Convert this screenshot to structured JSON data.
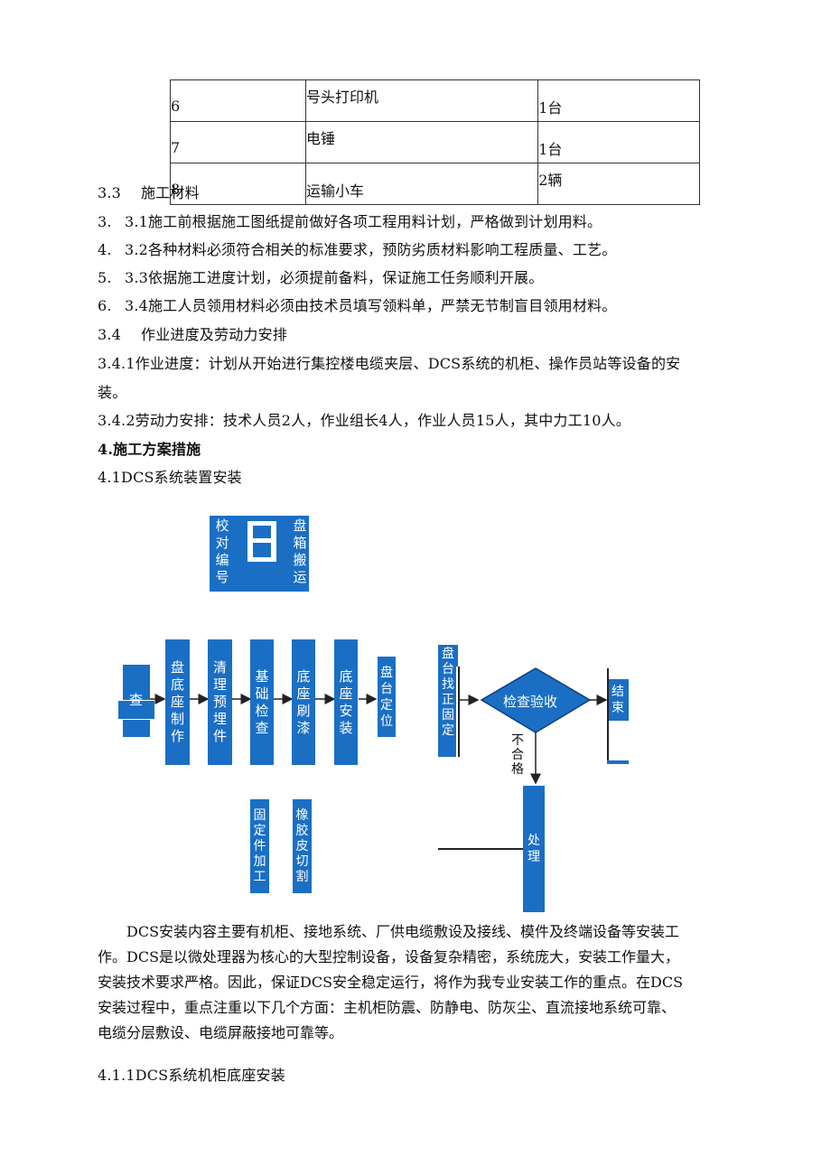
{
  "equipment_table": [
    {
      "no": "6",
      "name": "号头打印机",
      "qty": "1台"
    },
    {
      "no": "7",
      "name": "电锤",
      "qty": "1台"
    },
    {
      "no": "8",
      "name": "运输小车",
      "qty": "2辆"
    }
  ],
  "sec33": {
    "num": "3.3",
    "title": "施工材料"
  },
  "sec33_items": [
    {
      "num": "3.",
      "text": "3.1施工前根据施工图纸提前做好各项工程用料计划，严格做到计划用料。"
    },
    {
      "num": "4.",
      "text": "3.2各种材料必须符合相关的标准要求，预防劣质材料影响工程质量、工艺。"
    },
    {
      "num": "5.",
      "text": "3.3依据施工进度计划，必须提前备料，保证施工任务顺利开展。"
    },
    {
      "num": "6.",
      "text": "3.4施工人员领用材料必须由技术员填写领料单，严禁无节制盲目领用材料。"
    }
  ],
  "sec34": {
    "num": "3.4",
    "title": "作业进度及劳动力安排"
  },
  "p341_line1": "3.4.1作业进度：计划从开始进行集控楼电缆夹层、DCS系统的机柜、操作员站等设备的安",
  "p341_line2": "装。",
  "p342": "3.4.2劳动力安排：技术人员2人，作业组长4人，作业人员15人，其中力工10人。",
  "sec4": "4.施工方案措施",
  "sec41": "4.1DCS系统装置安装",
  "flowchart": {
    "top_left": [
      "校",
      "对",
      "编",
      "号"
    ],
    "top_right": [
      "盘",
      "箱",
      "搬",
      "运"
    ],
    "start_fragment": "查",
    "steps": [
      [
        "盘",
        "底",
        "座",
        "制",
        "作"
      ],
      [
        "清",
        "理",
        "预",
        "埋",
        "件"
      ],
      [
        "基",
        "础",
        "检",
        "查"
      ],
      [
        "底",
        "座",
        "刷",
        "漆"
      ],
      [
        "底",
        "座",
        "安",
        "装"
      ],
      [
        "盘",
        "台",
        "定",
        "位"
      ]
    ],
    "right_box": [
      "盘",
      "台",
      "找",
      "正",
      "固",
      "定"
    ],
    "decision": "检查验收",
    "end": [
      "结",
      "束"
    ],
    "fail_label": [
      "不",
      "合",
      "格"
    ],
    "handle": [
      "处",
      "理"
    ],
    "bottom_1": [
      "固",
      "定",
      "件",
      "加",
      "工"
    ],
    "bottom_2": [
      "橡",
      "胶",
      "皮",
      "切",
      "割"
    ]
  },
  "para_lines": [
    "DCS安装内容主要有机柜、接地系统、厂供电缆敷设及接线、模件及终端设备等安装工",
    "作。DCS是以微处理器为核心的大型控制设备，设备复杂精密，系统庞大，安装工作量大，",
    "安装技术要求严格。因此，保证DCS安全稳定运行，将作为我专业安装工作的重点。在DCS",
    "安装过程中，重点注重以下几个方面：主机柜防震、防静电、防灰尘、直流接地系统可靠、",
    "电缆分层敷设、电缆屏蔽接地可靠等。"
  ],
  "sec411": "4.1.1DCS系统机柜底座安装",
  "colors": {
    "flow_blue": "#1a6fc4",
    "text": "#111111"
  }
}
